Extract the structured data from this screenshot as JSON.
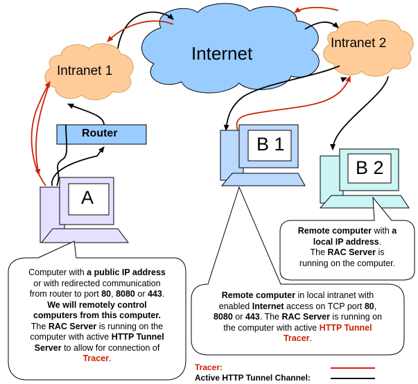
{
  "nodes": {
    "internet": "Internet",
    "intranet1": "Intranet 1",
    "intranet2": "Intranet 2",
    "router": "Router",
    "computer_a": "A",
    "computer_b1": "B 1",
    "computer_b2": "B 2"
  },
  "callout_a": {
    "l1": "Computer with ",
    "l1b": "a public IP address",
    "l2": "or with redirected communication",
    "l3": "from router to port ",
    "p80": "80",
    "c1": ", ",
    "p8080": "8080",
    "or1": " or ",
    "p443": "443",
    "dot1": ".",
    "l4": "We will remotely control",
    "l5": "computers from this computer.",
    "l6a": "The ",
    "l6b": "RAC Server",
    "l6c": " is running on the",
    "l7": "computer with active ",
    "l7b": "HTTP Tunnel",
    "l8b": "Server",
    "l8c": " to allow for connection of",
    "l9": "Tracer",
    "l9c": "."
  },
  "callout_b1": {
    "l1b": "Remote computer",
    "l1c": " in local intranet with",
    "l2a": "enabled ",
    "l2b": "Internet",
    "l2c": " access on TCP port ",
    "l2d": "80",
    "l2e": ",",
    "l3a": "8080",
    "l3b": " or ",
    "l3c": "443",
    "l3d": ". The ",
    "l3e": "RAC Server",
    "l3f": " is running on",
    "l4a": "the computer with active ",
    "l4b": "HTTP Tunnel",
    "l5": "Tracer",
    "l5c": "."
  },
  "callout_b2": {
    "l1b": "Remote computer",
    "l1c": " with ",
    "l1d": "a",
    "l2": "local IP address",
    "l2c": ".",
    "l3a": "The ",
    "l3b": "RAC Server",
    "l3c": " is",
    "l4": "running on the computer."
  },
  "legend": {
    "tracer": "Tracer:",
    "tunnel": "Active HTTP Tunnel Channel:"
  },
  "colors": {
    "tracer": "#cc2200",
    "tunnel": "#000000",
    "cloud": "#ffcc99",
    "internet_cloud": "#99ccff",
    "router": "#99ccff",
    "computer_a": "#e6e0ff",
    "computer_b1": "#bbd8ff",
    "computer_b2": "#ccf5f5"
  }
}
